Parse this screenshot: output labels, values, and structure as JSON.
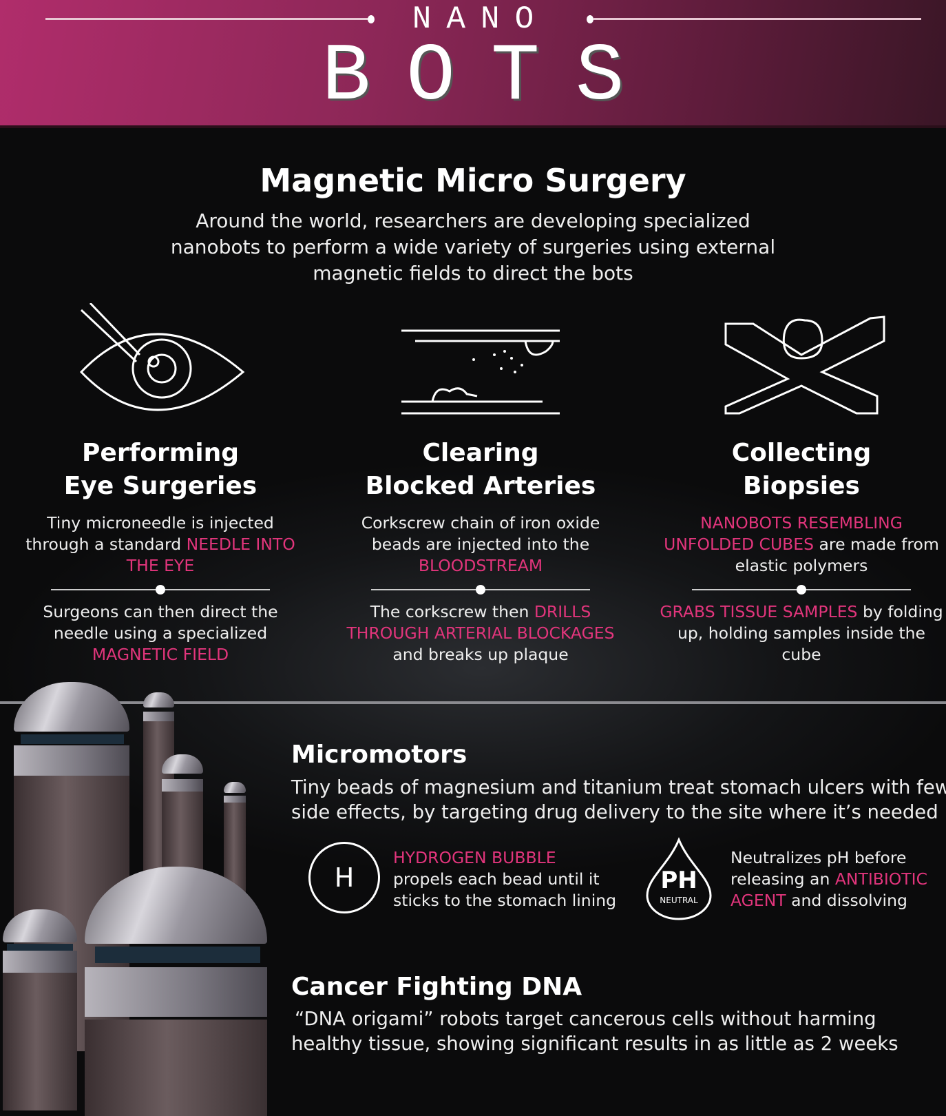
{
  "header": {
    "kicker": "NANO",
    "title": "BOTS"
  },
  "section1": {
    "title": "Magnetic Micro Surgery",
    "intro": "Around the world, researchers are developing specialized nanobots to perform a wide variety of surgeries using external magnetic fields to direct the bots",
    "columns": [
      {
        "heading_1": "Performing",
        "heading_2": "Eye Surgeries",
        "icon": "eye-needle-icon",
        "desc_top": [
          {
            "t": "Tiny microneedle is injected through a standard "
          },
          {
            "t": "NEEDLE INTO THE EYE",
            "hl": true
          }
        ],
        "desc_bottom": [
          {
            "t": "Surgeons can then direct the needle using a specialized "
          },
          {
            "t": "MAGNETIC FIELD",
            "hl": true
          }
        ]
      },
      {
        "heading_1": "Clearing",
        "heading_2": "Blocked Arteries",
        "icon": "artery-icon",
        "desc_top": [
          {
            "t": "Corkscrew chain of iron oxide beads are injected into the "
          },
          {
            "t": "BLOODSTREAM",
            "hl": true
          }
        ],
        "desc_bottom": [
          {
            "t": "The corkscrew then "
          },
          {
            "t": "DRILLS THROUGH ARTERIAL BLOCKAGES",
            "hl": true
          },
          {
            "t": " and breaks up plaque"
          }
        ]
      },
      {
        "heading_1": "Collecting",
        "heading_2": "Biopsies",
        "icon": "unfolded-cube-icon",
        "desc_top": [
          {
            "t": "NANOBOTS RESEMBLING UNFOLDED CUBES",
            "hl": true
          },
          {
            "t": " are made from elastic polymers"
          }
        ],
        "desc_bottom": [
          {
            "t": "GRABS TISSUE SAMPLES",
            "hl": true
          },
          {
            "t": " by folding up, holding samples inside the cube"
          }
        ]
      }
    ]
  },
  "micromotors": {
    "title": "Micromotors",
    "line1": "Tiny beads of magnesium and titanium treat stomach ulcers with few",
    "line2": "side effects, by targeting drug delivery to the site where it’s needed",
    "h_icon_label": "H",
    "ph_icon_label": "PH",
    "ph_icon_sub": "NEUTRAL",
    "feature1": [
      {
        "t": "HYDROGEN BUBBLE",
        "hl": true
      },
      {
        "t": "\npropels each bead until it\nsticks to the stomach lining"
      }
    ],
    "feature2": [
      {
        "t": "Neutralizes pH before\nreleasing an "
      },
      {
        "t": "ANTIBIOTIC\nAGENT",
        "hl": true
      },
      {
        "t": " and dissolving"
      }
    ]
  },
  "cancer": {
    "title": "Cancer Fighting DNA",
    "line1": "“DNA origami” robots target cancerous cells without harming",
    "line2": "healthy tissue, showing significant results in as little as 2 weeks"
  },
  "colors": {
    "accent": "#e2357c",
    "header": "#b02d6b"
  }
}
